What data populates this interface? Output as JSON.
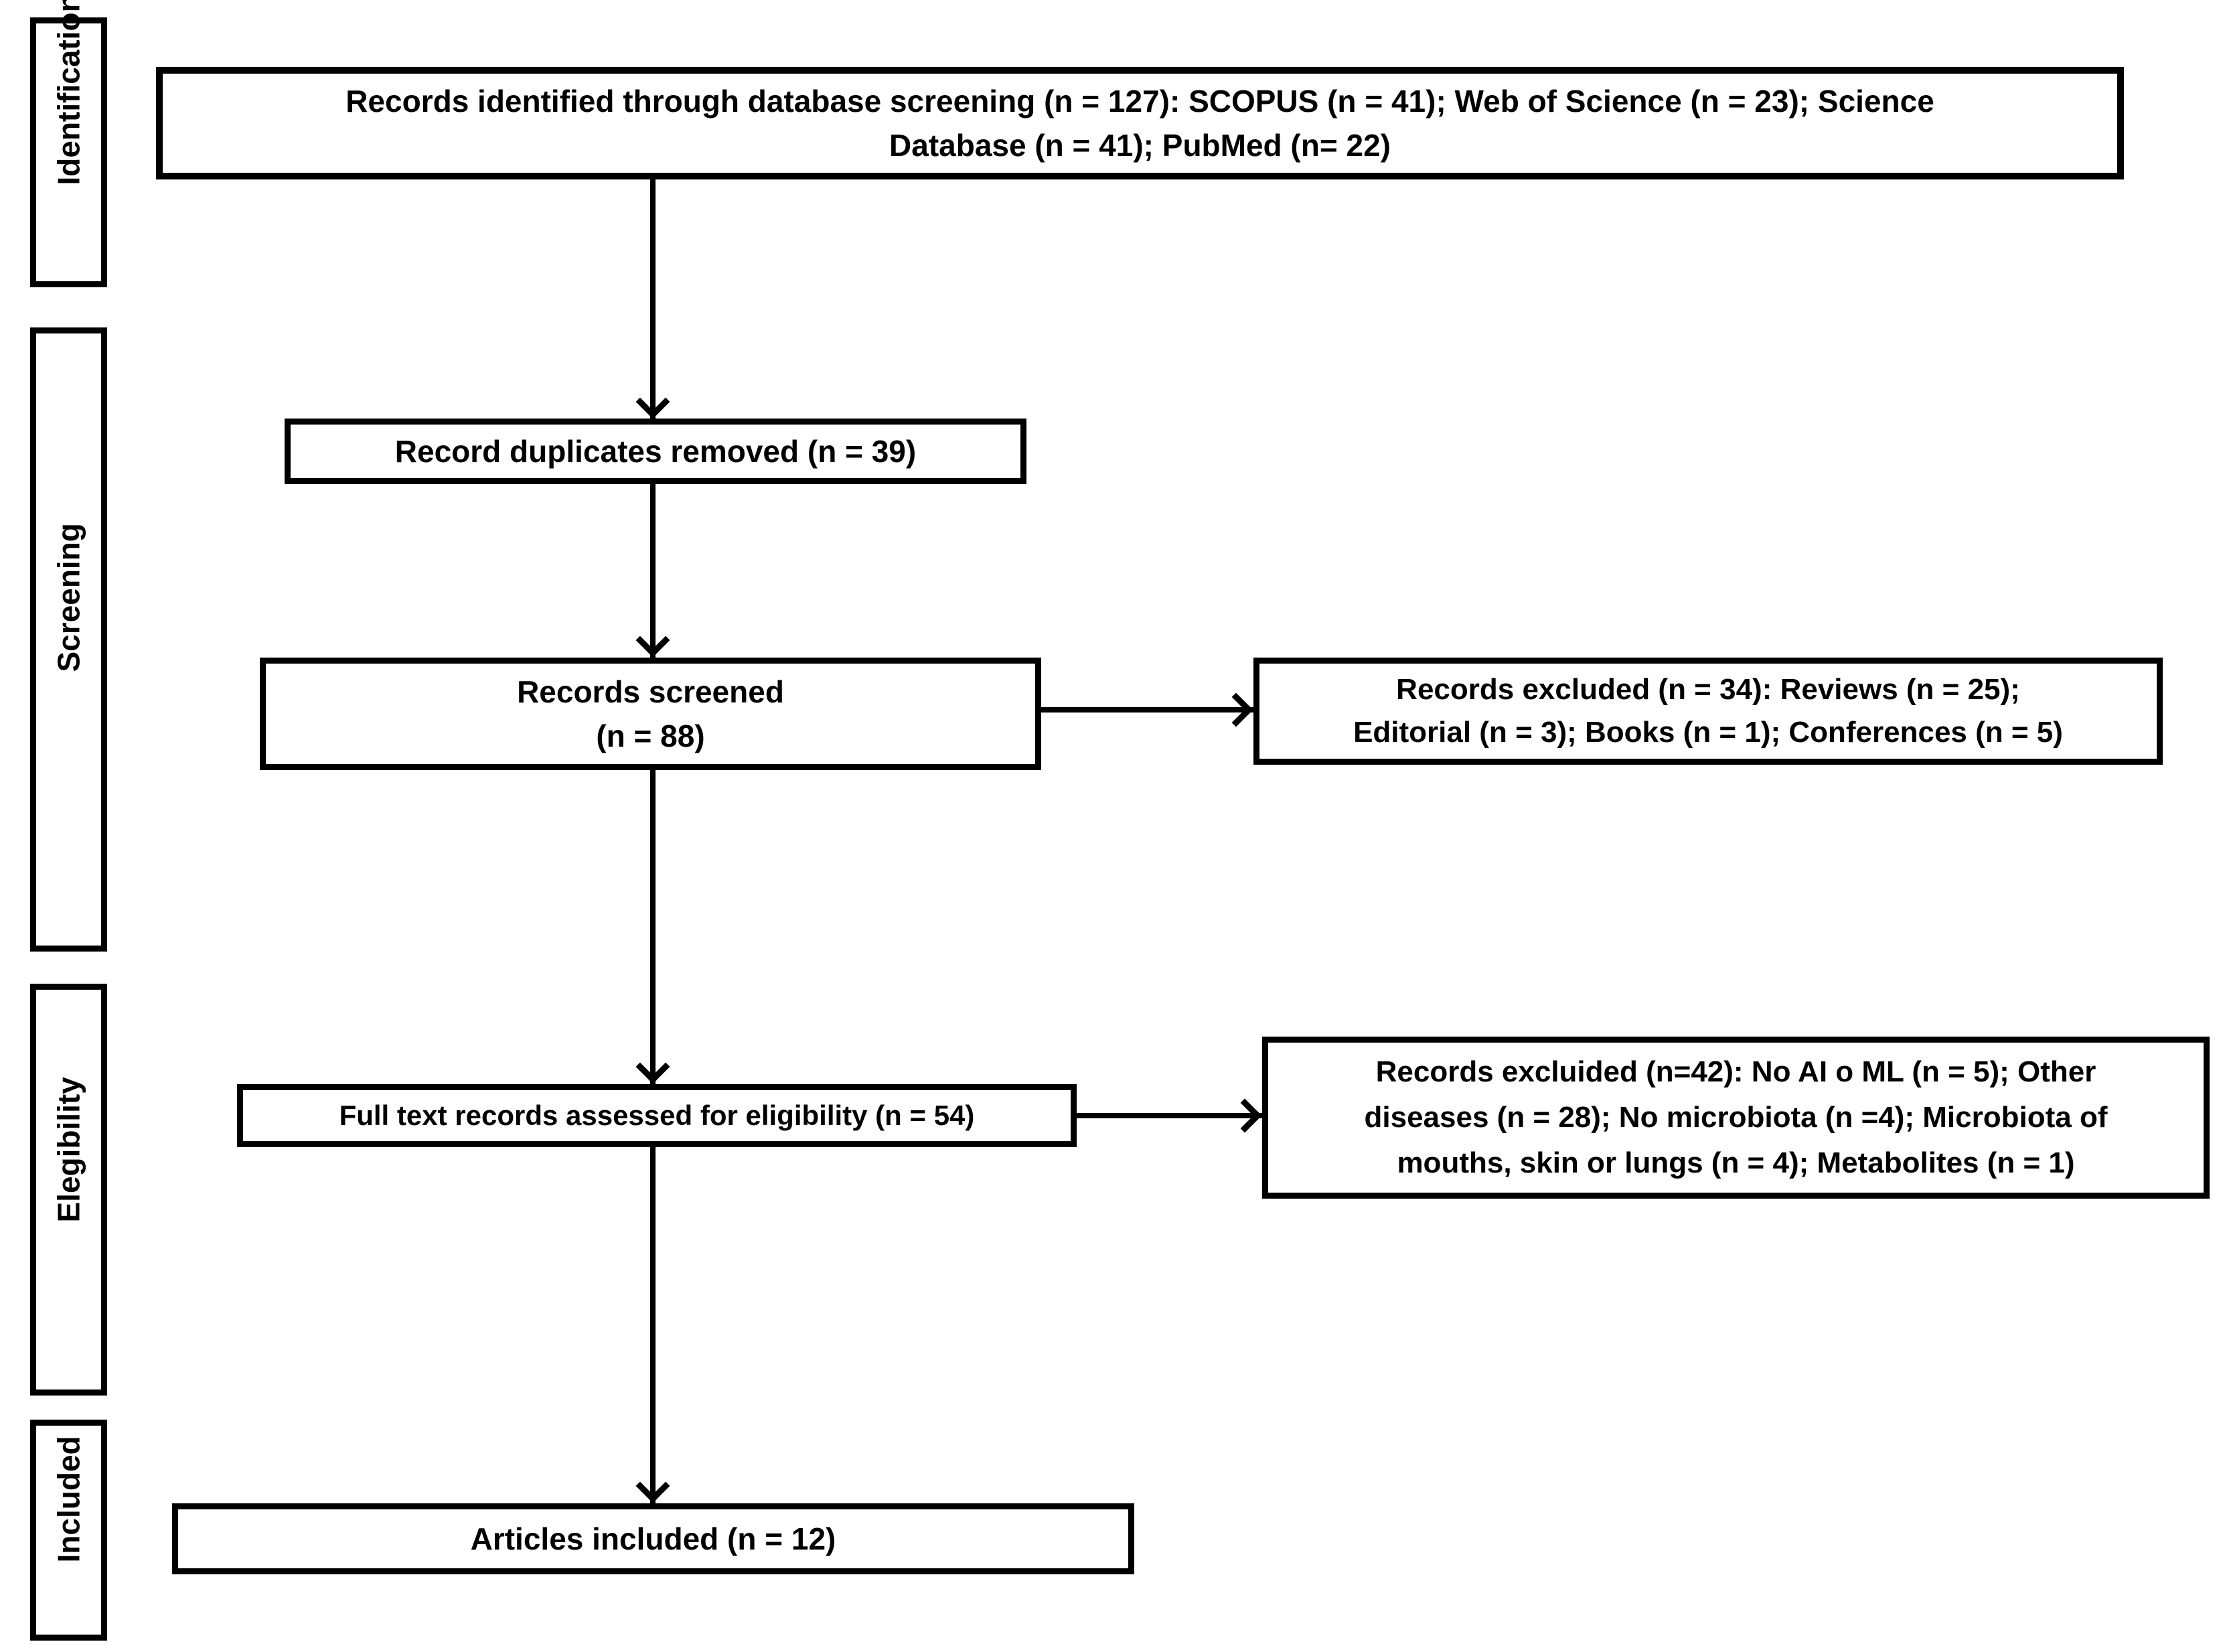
{
  "stages": [
    {
      "label": "Identification"
    },
    {
      "label": "Screening"
    },
    {
      "label": "Elegibility"
    },
    {
      "label": "Included"
    }
  ],
  "flow": {
    "identified": "Records identified through database screening (n = 127): SCOPUS (n = 41); Web of Science (n = 23); Science\nDatabase (n = 41); PubMed (n= 22)",
    "duplicates_removed": "Record duplicates removed (n = 39)",
    "screened": "Records screened\n(n = 88)",
    "excluded_screening": "Records excluded (n = 34): Reviews (n = 25);\nEditorial (n = 3); Books (n = 1); Conferences (n = 5)",
    "fulltext_assessed": "Full text records assessed for eligibility (n = 54)",
    "excluded_eligibility": "Records excluided (n=42): No AI o ML (n = 5); Other\ndiseases (n = 28); No microbiota (n =4); Microbiota of\nmouths, skin or lungs (n = 4); Metabolites (n = 1)",
    "articles_included": "Articles included (n = 12)"
  },
  "colors": {
    "background": "#ffffff",
    "box_border": "#000000",
    "text": "#000000",
    "arrow": "#000000"
  }
}
